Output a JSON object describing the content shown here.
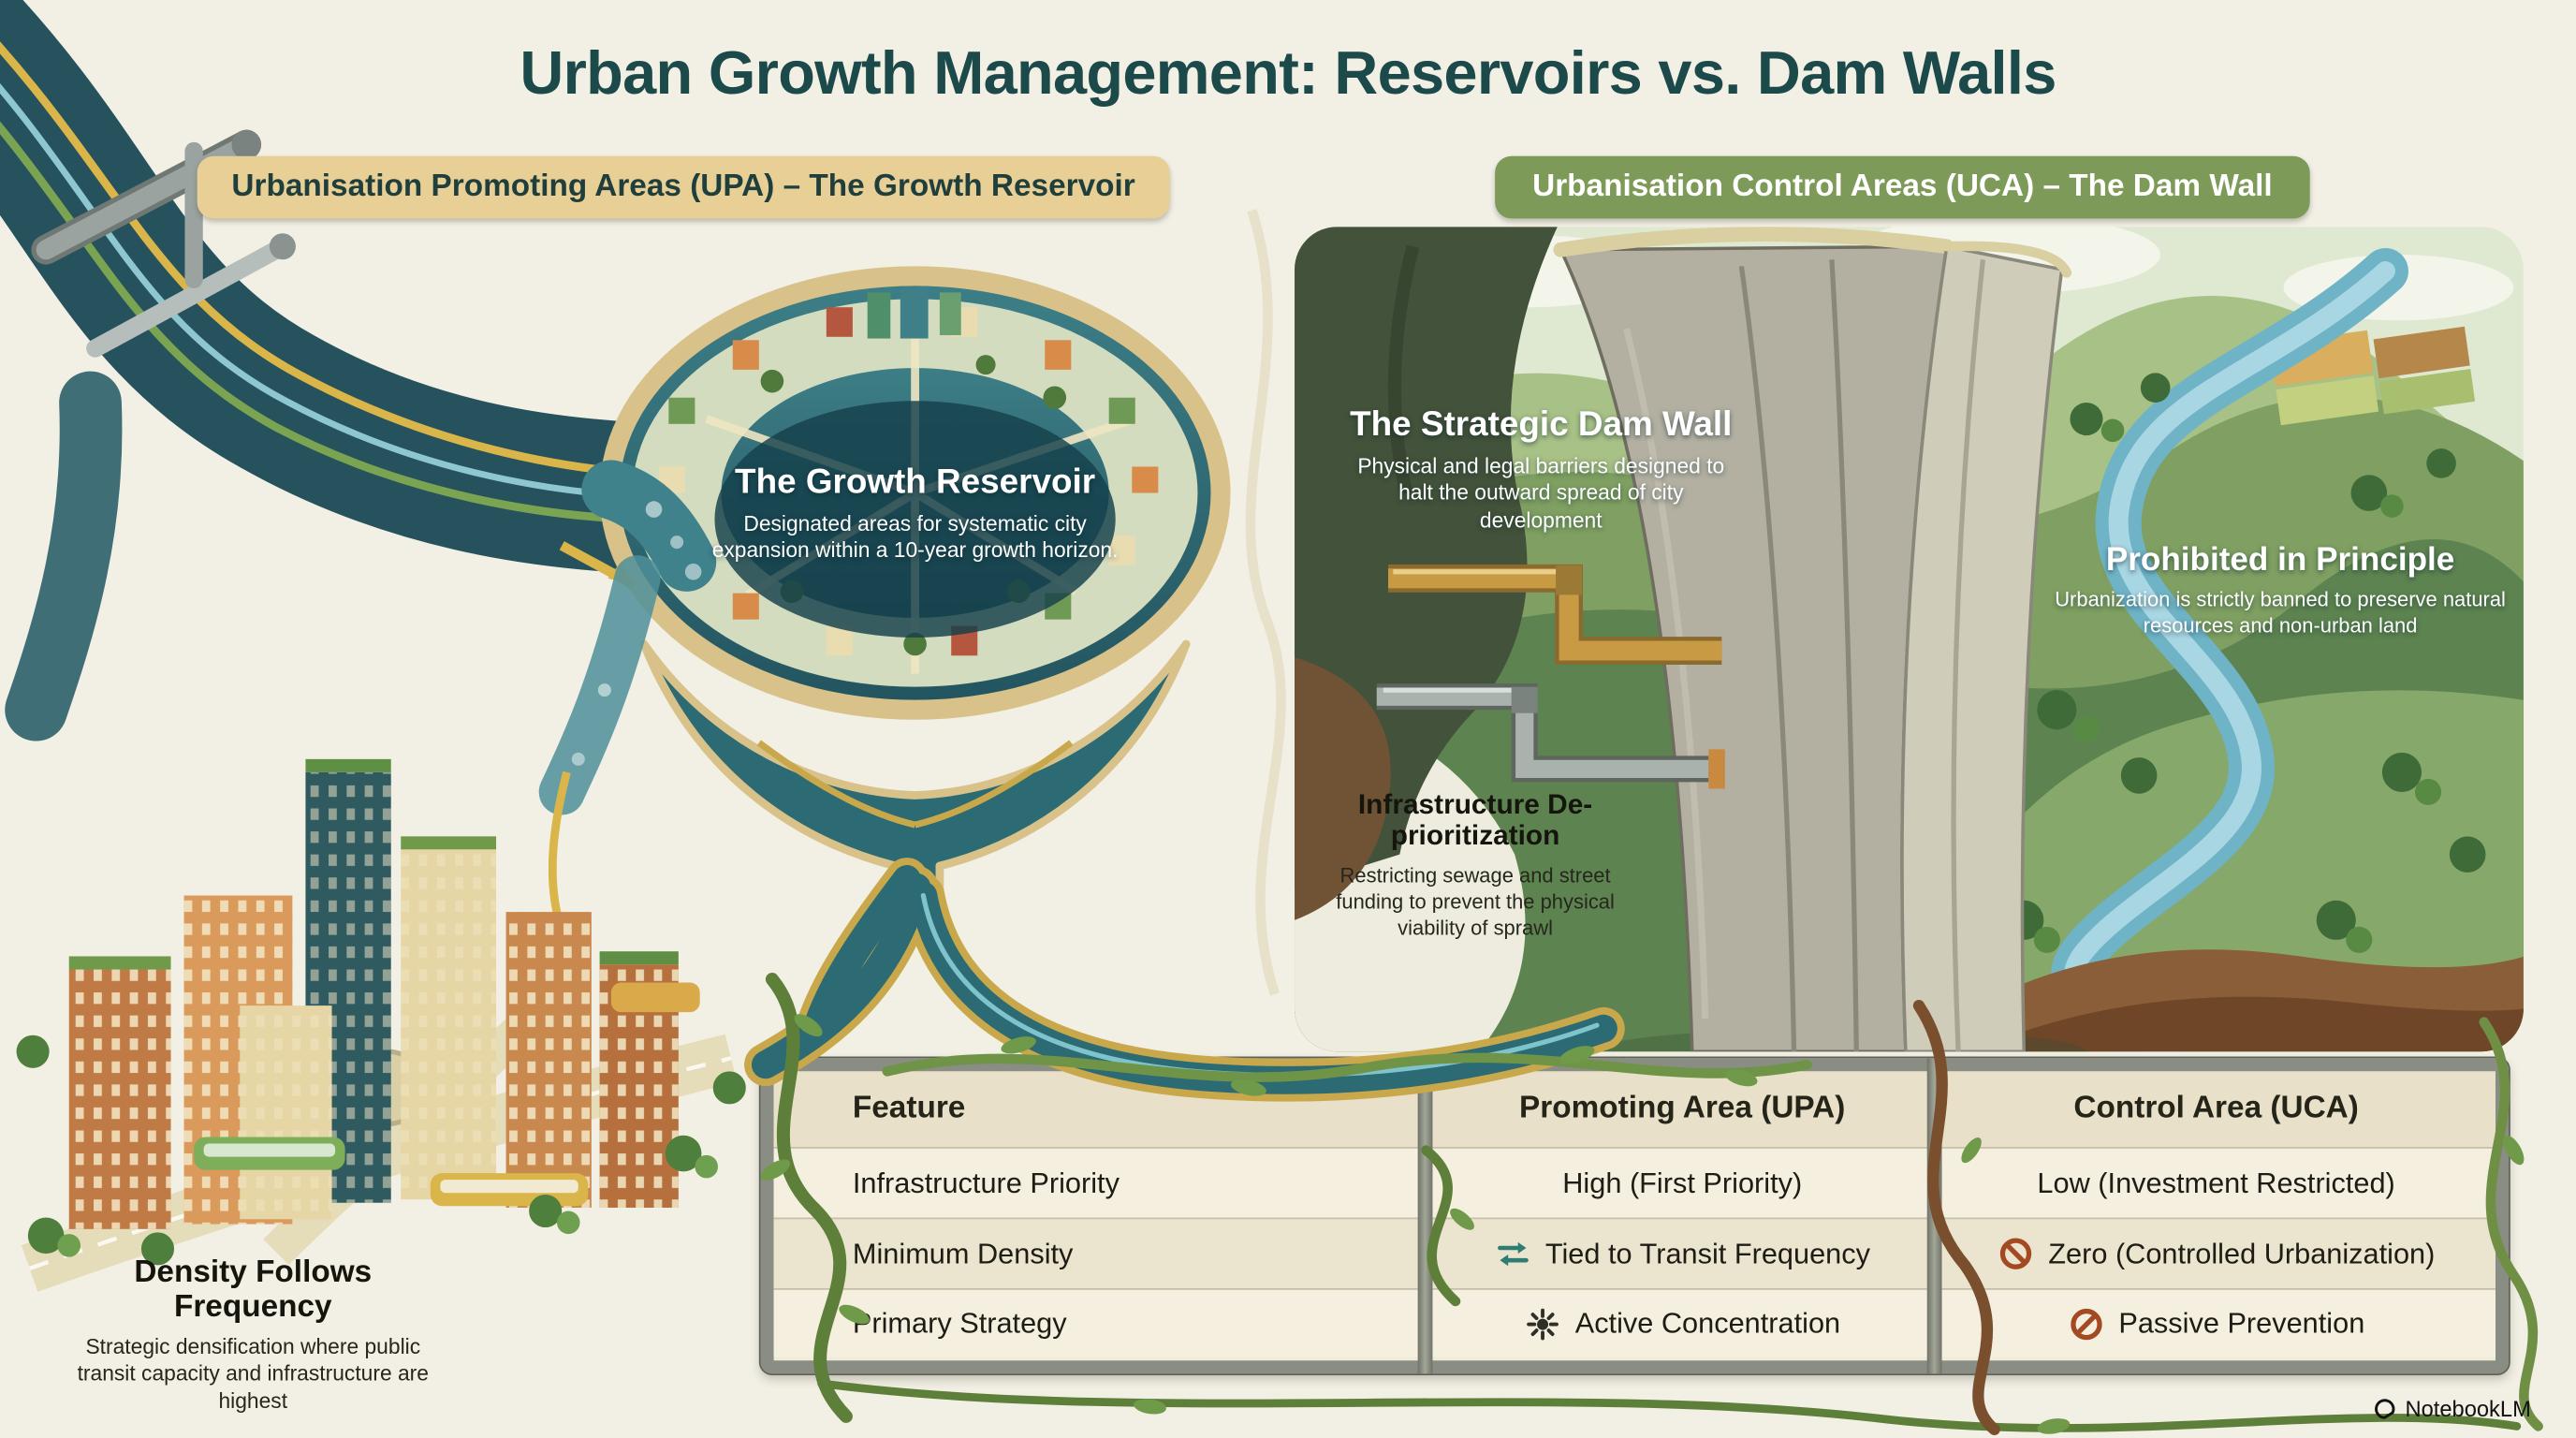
{
  "title": "Urban Growth Management: Reservoirs vs. Dam Walls",
  "banners": {
    "upa": "Urbanisation Promoting Areas (UPA) – The Growth Reservoir",
    "uca": "Urbanisation Control Areas (UCA) – The Dam Wall"
  },
  "callouts": {
    "reservoir": {
      "title": "The Growth Reservoir",
      "body": "Designated areas for systematic city expansion within a 10-year growth horizon."
    },
    "dam": {
      "title": "The Strategic Dam Wall",
      "body": "Physical and legal barriers designed to halt the outward spread of city development"
    },
    "prohibited": {
      "title": "Prohibited in Principle",
      "body": "Urbanization is strictly banned to preserve natural resources and non-urban land"
    },
    "infra": {
      "title": "Infrastructure De-prioritization",
      "body": "Restricting sewage and street funding to prevent the physical viability of sprawl"
    },
    "density": {
      "title": "Density Follows Frequency",
      "body": "Strategic densification where public transit capacity and infrastructure are highest"
    }
  },
  "table": {
    "headers": [
      "Feature",
      "Promoting Area (UPA)",
      "Control Area (UCA)"
    ],
    "rows": [
      {
        "feature": "Infrastructure Priority",
        "upa": {
          "icon": "none",
          "text": "High (First Priority)"
        },
        "uca": {
          "icon": "none",
          "text": "Low (Investment Restricted)"
        }
      },
      {
        "feature": "Minimum Density",
        "upa": {
          "icon": "transit-arrows-icon",
          "text": "Tied to Transit Frequency"
        },
        "uca": {
          "icon": "prohibition-icon",
          "text": "Zero (Controlled Urbanization)"
        }
      },
      {
        "feature": "Primary Strategy",
        "upa": {
          "icon": "concentration-icon",
          "text": "Active Concentration"
        },
        "uca": {
          "icon": "prohibition-icon",
          "text": "Passive Prevention"
        }
      }
    ]
  },
  "brand": {
    "name": "NotebookLM",
    "icon": "notebooklm-logo-icon"
  },
  "icons": {
    "transit-arrows-icon": "two opposing horizontal arrows (teal)",
    "concentration-icon": "dark sun/gear burst",
    "prohibition-icon": "rust-red no-entry circle with slash",
    "notebooklm-logo-icon": "NotebookLM swirl mark"
  },
  "colors": {
    "background": "#f2efe4",
    "title": "#1c4a4a",
    "upa_banner_bg": "#e7cf96",
    "upa_banner_text": "#203f3c",
    "uca_banner_bg": "#7d9a58",
    "uca_banner_text": "#ffffff",
    "water_teal": "#2c6a74",
    "gold_flow": "#c9a84c",
    "prohibition": "#a34a22",
    "table_frame": "#8a8d84"
  }
}
